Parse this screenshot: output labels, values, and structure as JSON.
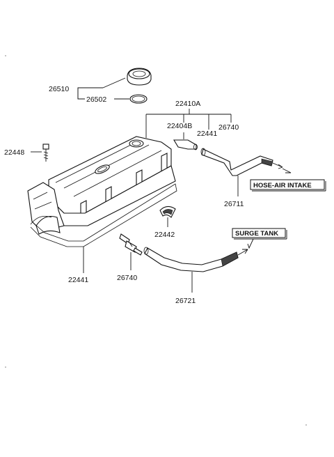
{
  "part_labels": {
    "cap": "26510",
    "cap_gasket": "26502",
    "cover_assy": "22410A",
    "pcv_elbow": "22404B",
    "grommet_top": "22441",
    "pcv_valve_top": "26740",
    "bolt": "22448",
    "gasket": "22441",
    "seal_half_moon": "22442",
    "pcv_valve": "26740",
    "hose_air_intake": "26711",
    "hose_surge_tank": "26721"
  },
  "callouts": {
    "hose_air_intake": "HOSE-AIR INTAKE",
    "surge_tank": "SURGE TANK"
  },
  "colors": {
    "line": "#111111",
    "background": "#ffffff"
  }
}
